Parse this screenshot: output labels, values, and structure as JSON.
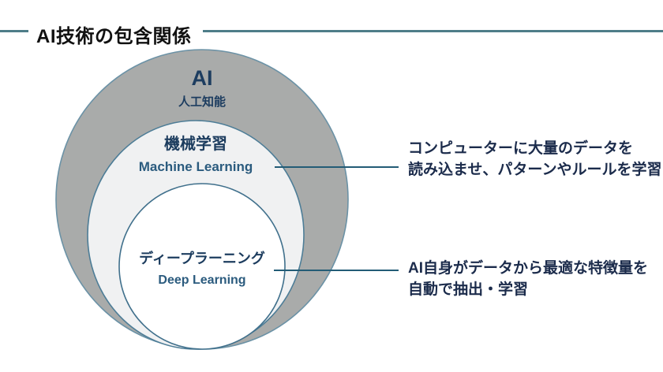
{
  "title": {
    "text": "AI技術の包含関係"
  },
  "diagram": {
    "outer_circle": {
      "label": "AI",
      "sublabel": "人工知能"
    },
    "middle_circle": {
      "label": "機械学習",
      "sublabel": "Machine Learning"
    },
    "inner_circle": {
      "label": "ディープラーニング",
      "sublabel": "Deep Learning"
    }
  },
  "annotations": {
    "machine_learning": {
      "line1": "コンピューターに大量のデータを",
      "line2": "読み込ませ、パターンやルールを学習"
    },
    "deep_learning": {
      "line1": "AI自身がデータから最適な特徴量を",
      "line2": "自動で抽出・学習"
    }
  },
  "colors": {
    "title_line": "#4e7d88",
    "title_text": "#111111",
    "outer_fill": "#a9abaa",
    "outer_stroke": "#6b92a6",
    "middle_fill": "#f0f1f2",
    "middle_stroke": "#4d7d97",
    "inner_fill": "#ffffff",
    "inner_stroke": "#40708c",
    "label_navy": "#1c3c5e",
    "sublabel_teal": "#2b5b7e",
    "annotation_text": "#1b2b4b",
    "leader_line": "#235c76"
  }
}
